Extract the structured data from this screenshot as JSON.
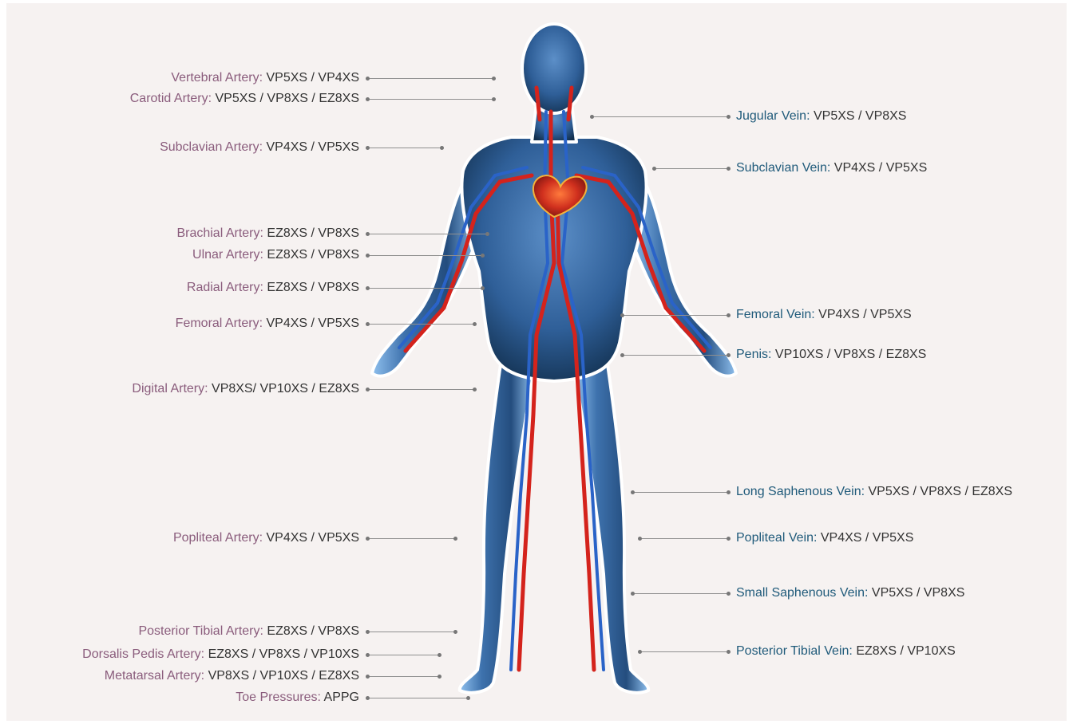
{
  "colors": {
    "background": "#f6f2f1",
    "artery_name": "#8a5c7c",
    "vein_name": "#1f5a7a",
    "codes": "#333333",
    "leader": "#8f8f8f",
    "body_skin": "#3f78b5",
    "artery_vessel": "#d4231c",
    "vein_vessel": "#2a63c8"
  },
  "image": {
    "subject": "human-body-circulatory-system"
  },
  "arteries": [
    {
      "name": "Vertebral Artery:",
      "codes": "VP5XS / VP4XS"
    },
    {
      "name": "Carotid Artery:",
      "codes": "VP5XS / VP8XS / EZ8XS"
    },
    {
      "name": "Subclavian Artery:",
      "codes": "VP4XS / VP5XS"
    },
    {
      "name": "Brachial Artery:",
      "codes": "EZ8XS / VP8XS"
    },
    {
      "name": "Ulnar Artery:",
      "codes": "EZ8XS / VP8XS"
    },
    {
      "name": "Radial Artery:",
      "codes": "EZ8XS / VP8XS"
    },
    {
      "name": "Femoral Artery:",
      "codes": "VP4XS / VP5XS"
    },
    {
      "name": "Digital Artery:",
      "codes": "VP8XS/ VP10XS / EZ8XS"
    },
    {
      "name": "Popliteal Artery:",
      "codes": "VP4XS / VP5XS"
    },
    {
      "name": "Posterior Tibial Artery:",
      "codes": "EZ8XS / VP8XS"
    },
    {
      "name": "Dorsalis Pedis Artery:",
      "codes": "EZ8XS / VP8XS / VP10XS"
    },
    {
      "name": "Metatarsal Artery:",
      "codes": "VP8XS / VP10XS / EZ8XS"
    },
    {
      "name": "Toe Pressures:",
      "codes": "APPG"
    }
  ],
  "veins": [
    {
      "name": "Jugular Vein:",
      "codes": "VP5XS / VP8XS"
    },
    {
      "name": "Subclavian Vein:",
      "codes": "VP4XS / VP5XS"
    },
    {
      "name": "Femoral Vein:",
      "codes": "VP4XS / VP5XS"
    },
    {
      "name": "Penis:",
      "codes": "VP10XS / VP8XS / EZ8XS"
    },
    {
      "name": "Long Saphenous Vein:",
      "codes": "VP5XS / VP8XS / EZ8XS"
    },
    {
      "name": "Popliteal Vein:",
      "codes": "VP4XS / VP5XS"
    },
    {
      "name": "Small Saphenous Vein:",
      "codes": "VP5XS / VP8XS"
    },
    {
      "name": "Posterior Tibial Vein:",
      "codes": "EZ8XS / VP10XS"
    }
  ]
}
